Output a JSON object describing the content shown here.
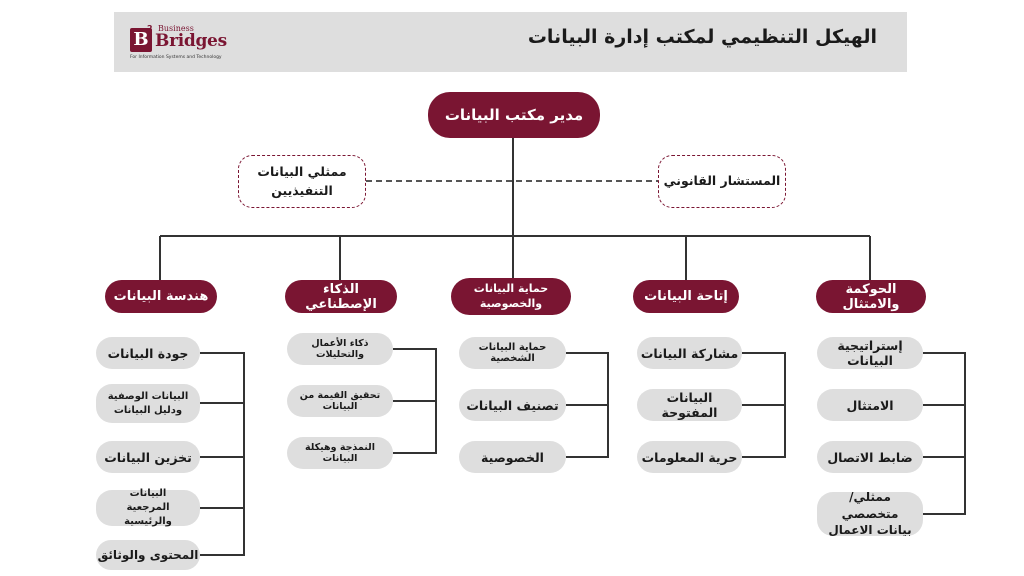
{
  "header": {
    "title": "الهيكل التنظيمي لمكتب إدارة البيانات",
    "logo": {
      "mark": "B",
      "superscript": "2",
      "small": "Business",
      "big": "Bridges",
      "tagline": "For Information Systems and Technology"
    }
  },
  "colors": {
    "primary": "#7a1532",
    "pill": "#dedede",
    "line": "#333333"
  },
  "root": "مدير مكتب البيانات",
  "advisors": {
    "right": "المستشار القانوني",
    "left": [
      "ممثلي البيانات",
      "التنفيذيين"
    ]
  },
  "departments": [
    {
      "title": "الحوكمة والامتثال",
      "items": [
        "إستراتيجية البيانات",
        "الامتثال",
        "ضابط الاتصال",
        "ممثلي/ متخصصي بيانات الاعمال"
      ]
    },
    {
      "title": "إتاحة البيانات",
      "items": [
        "مشاركة البيانات",
        "البيانات المفتوحة",
        "حرية المعلومات"
      ]
    },
    {
      "title": "حماية البيانات والخصوصية",
      "items": [
        "حماية البيانات الشخصية",
        "تصنيف البيانات",
        "الخصوصية"
      ]
    },
    {
      "title": "الذكاء الإصطناعي",
      "items": [
        "ذكاء الأعمال والتحليلات",
        "تحقيق القيمة من البيانات",
        "النمذجة وهيكلة البيانات"
      ]
    },
    {
      "title": "هندسة البيانات",
      "items": [
        "جودة البيانات",
        "البيانات الوصفية ودليل البيانات",
        "تخزين البيانات",
        "البيانات المرجعية والرئيسية",
        "المحتوى والوثائق"
      ]
    }
  ]
}
